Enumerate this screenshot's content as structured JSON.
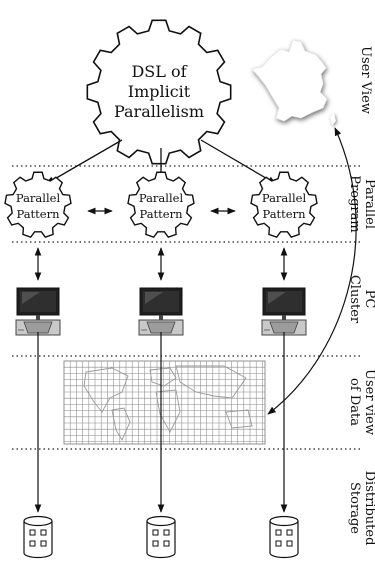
{
  "dsl": {
    "line1": "DSL of",
    "line2": "Implicit",
    "line3": "Parallelism"
  },
  "pattern": {
    "line1": "Parallel",
    "line2": "Pattern"
  },
  "layers": {
    "user_view": "User View",
    "parallel_program_1": "Parallel",
    "parallel_program_2": "Program",
    "pc_cluster_1": "PC",
    "pc_cluster_2": "Cluster",
    "user_view_data_1": "User view",
    "user_view_data_2": "of Data",
    "distributed_storage_1": "Distributed",
    "distributed_storage_2": "Storage"
  },
  "icons": {
    "map": "france-map-icon",
    "computer": "computer-icon",
    "storage": "database-icon",
    "cog": "gear-icon",
    "grid": "world-map-grid"
  }
}
